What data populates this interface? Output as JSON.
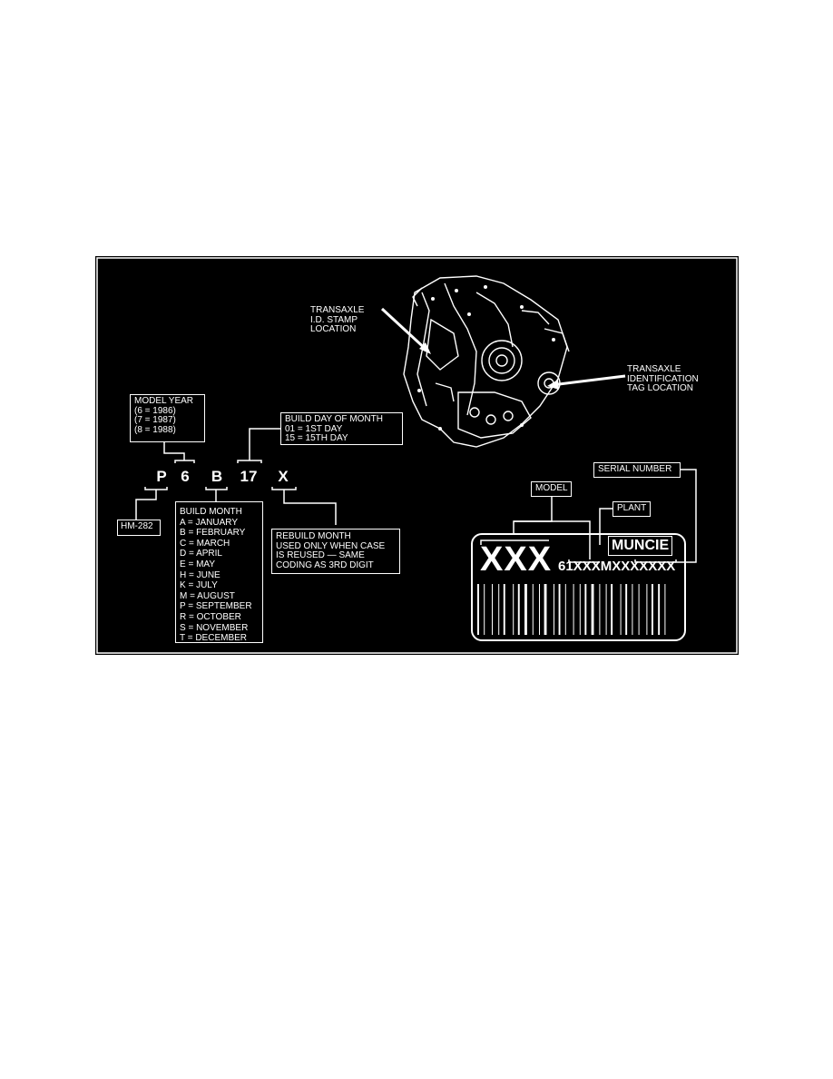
{
  "labels": {
    "stamp_location": [
      "TRANSAXLE",
      "I.D. STAMP",
      "LOCATION"
    ],
    "tag_location": [
      "TRANSAXLE",
      "IDENTIFICATION",
      "TAG LOCATION"
    ]
  },
  "model_year": {
    "title": "MODEL YEAR",
    "lines": [
      "(6 = 1986)",
      "(7 = 1987)",
      "(8 = 1988)"
    ]
  },
  "build_day": {
    "title": "BUILD DAY OF MONTH",
    "lines": [
      "01 = 1ST DAY",
      "15 = 15TH DAY"
    ]
  },
  "code_chars": [
    "P",
    "6",
    "B",
    "17",
    "X"
  ],
  "hm_label": "HM-282",
  "build_month": {
    "title": "BUILD MONTH",
    "lines": [
      "A = JANUARY",
      "B = FEBRUARY",
      "C = MARCH",
      "D = APRIL",
      "E = MAY",
      "H = JUNE",
      "K = JULY",
      "M = AUGUST",
      "P = SEPTEMBER",
      "R = OCTOBER",
      "S = NOVEMBER",
      "T = DECEMBER"
    ]
  },
  "rebuild_month": {
    "lines": [
      "REBUILD MONTH",
      "USED ONLY WHEN CASE",
      "IS REUSED — SAME",
      "CODING AS 3RD DIGIT"
    ]
  },
  "tag": {
    "serial_label": "SERIAL NUMBER",
    "model_label": "MODEL",
    "plant_label": "PLANT",
    "plate_model": "XXX",
    "plate_serial": "61XXXMXXXXXXX",
    "plate_plant": "MUNCIE"
  }
}
